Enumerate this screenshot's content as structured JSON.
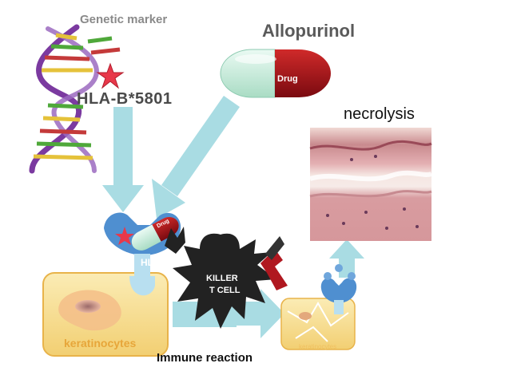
{
  "labels": {
    "genetic_marker": "Genetic marker",
    "hla_b": "HLA-B*5801",
    "allopurinol": "Allopurinol",
    "drug": "Drug",
    "necrolysis": "necrolysis",
    "hla": "HLA",
    "drug_small": "Drug",
    "killer_line1": "KILLER",
    "killer_line2": "T CELL",
    "keratinocytes": "keratinocytes",
    "keratinocytes_small": "keratinocytes",
    "immune_reaction": "Immune reaction"
  },
  "colors": {
    "arrow": "#a9dce3",
    "drug_red": "#a8141c",
    "drug_green": "#cdeedd",
    "receptor_blue": "#4f8fd0",
    "cell_yellow": "#f6dc8c",
    "cell_border": "#e8b34a",
    "killer_cell": "#222222",
    "star": "#e8384a",
    "tissue": "#d9a3a8"
  }
}
